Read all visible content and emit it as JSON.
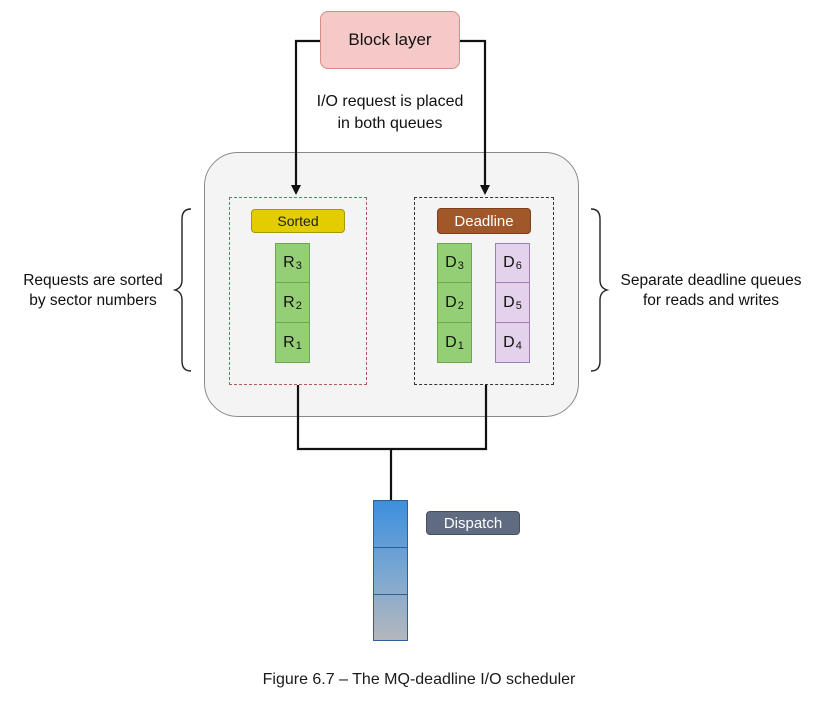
{
  "block_layer": {
    "label": "Block layer"
  },
  "placement_note": {
    "line1": "I/O request is placed",
    "line2": "in both queues"
  },
  "sorted_queue": {
    "label": "Sorted",
    "items": [
      {
        "letter": "R",
        "index": "3"
      },
      {
        "letter": "R",
        "index": "2"
      },
      {
        "letter": "R",
        "index": "1"
      }
    ]
  },
  "deadline_queue": {
    "label": "Deadline",
    "reads": [
      {
        "letter": "D",
        "index": "3"
      },
      {
        "letter": "D",
        "index": "2"
      },
      {
        "letter": "D",
        "index": "1"
      }
    ],
    "writes": [
      {
        "letter": "D",
        "index": "6"
      },
      {
        "letter": "D",
        "index": "5"
      },
      {
        "letter": "D",
        "index": "4"
      }
    ]
  },
  "left_note": {
    "line1": "Requests are sorted",
    "line2": "by sector numbers"
  },
  "right_note": {
    "line1": "Separate deadline queues",
    "line2": "for reads and writes"
  },
  "dispatch": {
    "label": "Dispatch"
  },
  "caption": "Figure 6.7 – The MQ-deadline I/O scheduler",
  "colors": {
    "block_layer": "#f5c9c7",
    "sorted_badge": "#e3cc00",
    "deadline_badge": "#a0582a",
    "read_cells": "#94cf75",
    "write_cells": "#e4d2ec",
    "dispatch_badge": "#5e6b80",
    "dispatch_queue": "#3d8fde"
  }
}
